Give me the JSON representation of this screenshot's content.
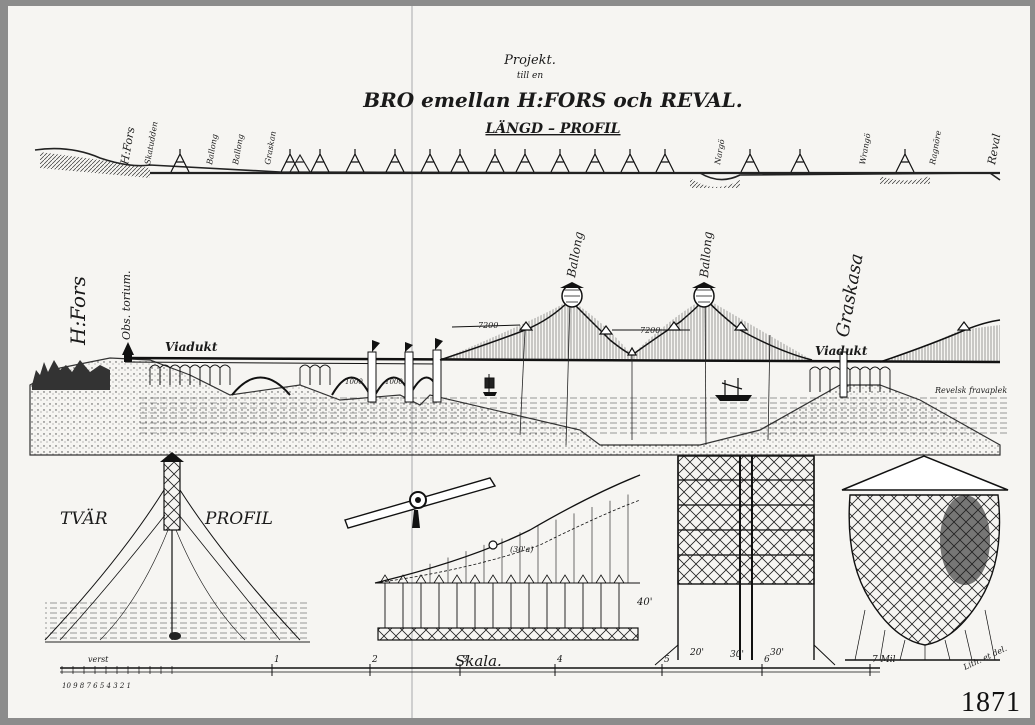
{
  "title": {
    "line1": "Projekt.",
    "line2": "till en",
    "main": "BRO emellan H:FORS och REVAL.",
    "sub": "LÄNGD – PROFIL"
  },
  "top_profile_labels": [
    "H:Fors",
    "Skatudden",
    "Ballong",
    "Ballong",
    "Graskan",
    "Nargö",
    "Wrangö",
    "Ragnöre",
    "Reval"
  ],
  "main_view_labels": {
    "city": "H:Fors",
    "observatory": "Obs. torium.",
    "viaduct_left": "Viadukt",
    "viaduct_right": "Viadukt",
    "balloon_1": "Ballong",
    "balloon_2": "Ballong",
    "island": "Graskasa",
    "span_1": "7200",
    "span_2": "7200",
    "arch_1": "1000",
    "arch_2": "1000",
    "right_note": "Revelsk fravaplek"
  },
  "cross_section": {
    "label_left": "TVÄR",
    "label_right": "PROFIL",
    "scale_note": "verst"
  },
  "detail_labels": {
    "cable_dim": "(30'a)",
    "height_dim": "40'",
    "tower_dim_1": "20'",
    "tower_dim_2": "30'",
    "tower_dim_3": "30'"
  },
  "scale": {
    "label": "Skala.",
    "ticks": [
      "1",
      "2",
      "3",
      "4",
      "5",
      "6",
      "7 Mil"
    ],
    "sub_ticks": "10 9 8 7 6 5 4 3 2 1"
  },
  "signature": "Lith. et del.",
  "year": "1871"
}
